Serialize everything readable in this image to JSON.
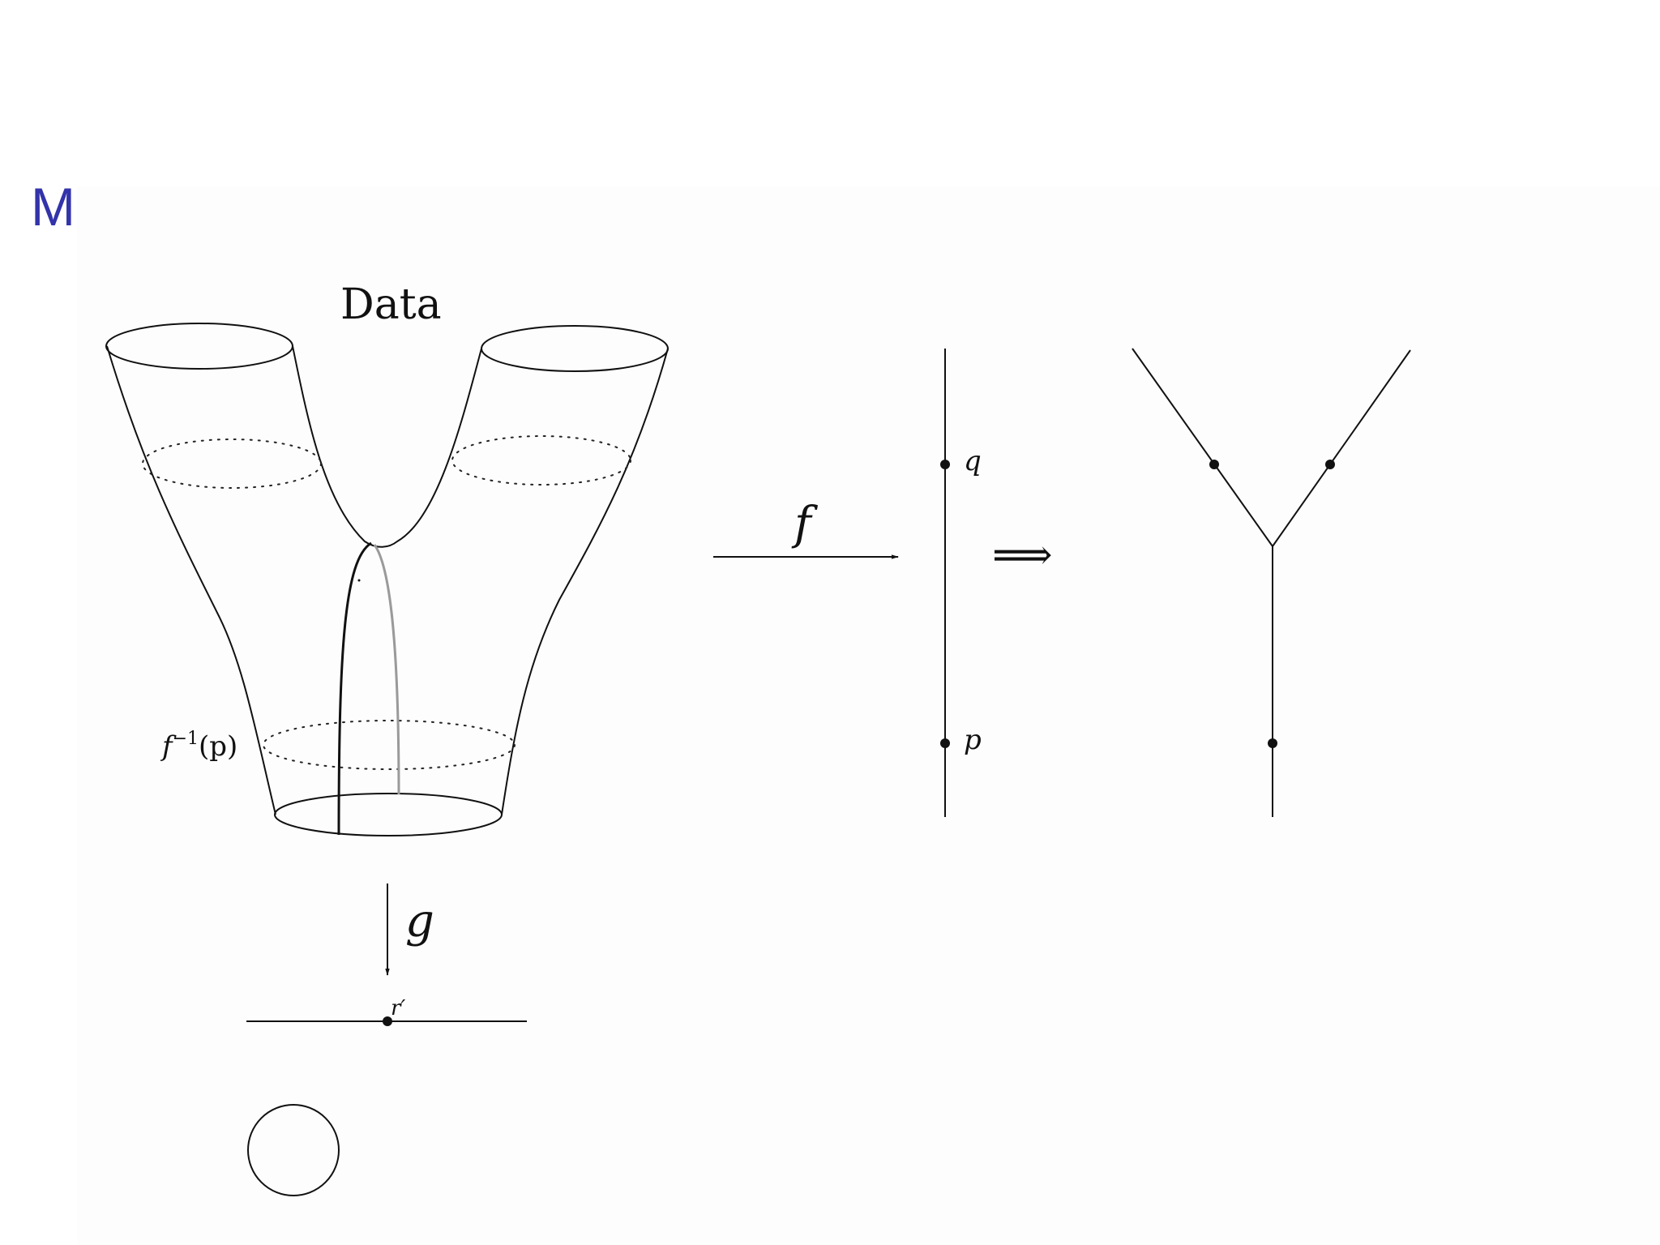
{
  "slide": {
    "title": "Math World"
  },
  "diagram": {
    "surface_label": "Data",
    "preimage_label_base": "f",
    "preimage_label_exp": "−1",
    "preimage_label_arg": "(p)",
    "map_f_label": "f",
    "map_g_label": "g",
    "point_q_label": "q",
    "point_p_label": "p",
    "point_r_label": "r′",
    "implies_symbol": "⟹"
  }
}
